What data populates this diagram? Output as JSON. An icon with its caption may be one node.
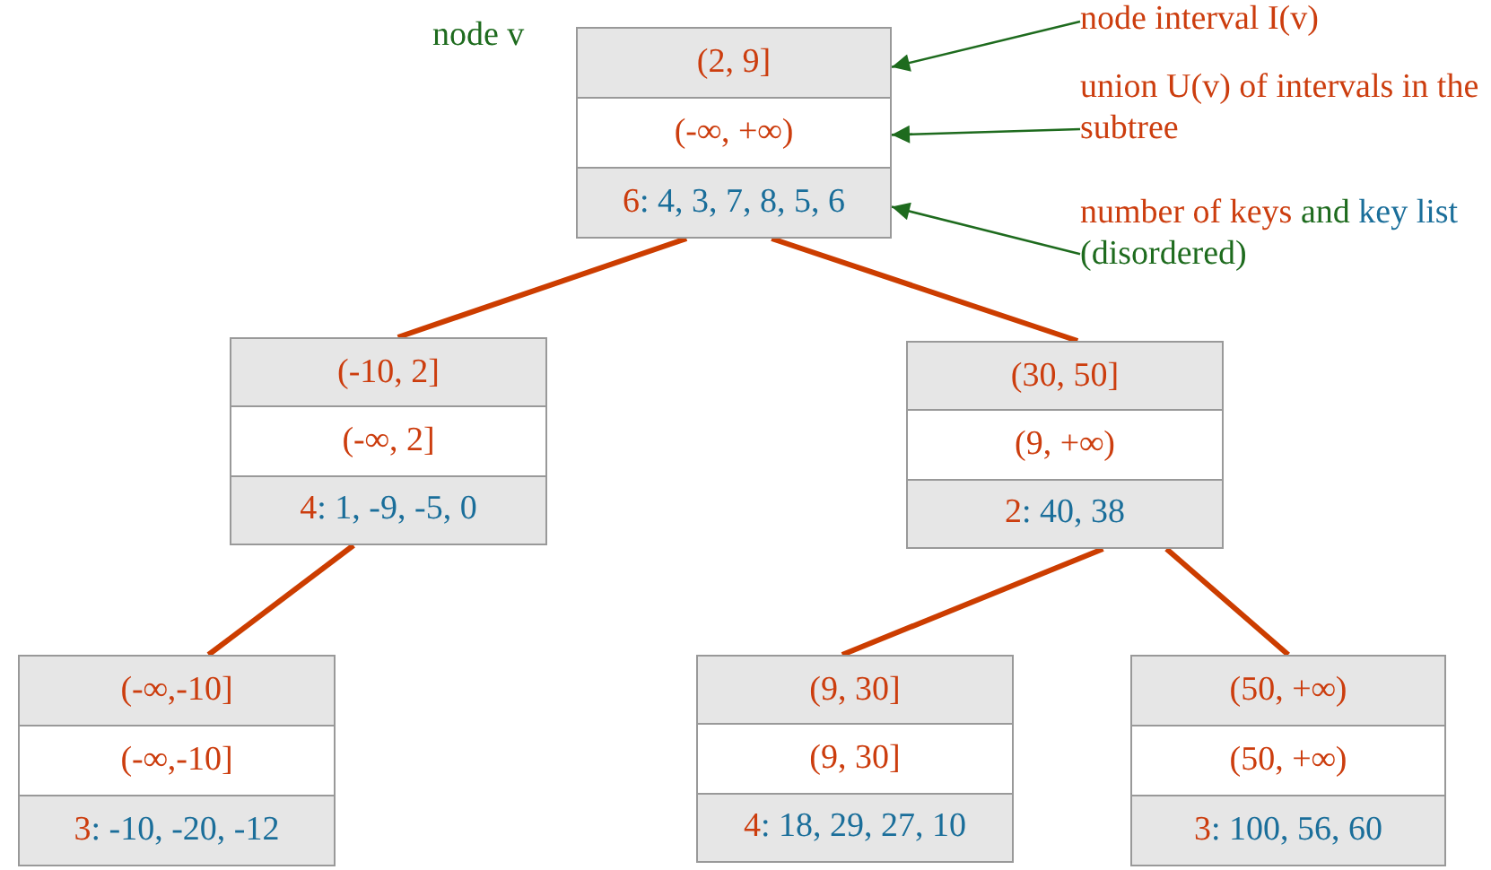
{
  "diagram": {
    "nodes": [
      {
        "text": [
          "(2, 9]",
          "(-**∞**, +**∞**)",
          "6",
          ": 4, 3, 7, 8, 5, 6"
        ],
        "beside": [
          "node v"
        ]
      },
      {
        "text": [
          "(-10, 2]",
          "(-**∞**, 2]",
          "4",
          ": 1, -9, -5, 0"
        ]
      },
      {
        "text": [
          "(30, 50]",
          "(9, +**∞**)",
          "2",
          ": 40, 38"
        ]
      },
      {
        "text": [
          "(-**∞**,-10]",
          "(-**∞**,-10]",
          "3",
          ": -10, -20, -12"
        ]
      },
      {
        "text": [
          "(9, 30]",
          "(9, 30]",
          "4",
          ": 18, 29, 27, 10"
        ]
      },
      {
        "text": [
          "(50, +**∞**)",
          "(50, +**∞**)",
          "3",
          ": 100, 56, 60"
        ]
      },
      {
        "text": [
          "node interval I(v)"
        ]
      },
      {
        "text": [
          "union U(v) of intervals in the subtree"
        ]
      },
      {
        "text": [
          "number of keys",
          "and",
          "key list",
          "(disordered)"
        ]
      }
    ],
    "edges": [
      {
        "from": 0,
        "to": 1,
        "arrow": "none"
      },
      {
        "from": 0,
        "to": 2,
        "arrow": "none"
      },
      {
        "from": 1,
        "to": 3,
        "arrow": "none"
      },
      {
        "from": 2,
        "to": 4,
        "arrow": "none"
      },
      {
        "from": 2,
        "to": 5,
        "arrow": "none"
      },
      {
        "from": 6,
        "to": 0,
        "arrow": "to",
        "color": "#1e6b1e"
      },
      {
        "from": 7,
        "to": 0,
        "arrow": "to",
        "color": "#1e6b1e"
      },
      {
        "from": 8,
        "to": 0,
        "arrow": "to",
        "color": "#1e6b1e"
      }
    ]
  }
}
